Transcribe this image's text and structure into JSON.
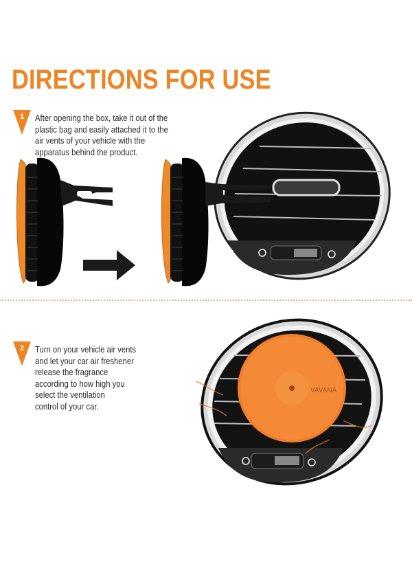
{
  "header": {
    "title": "DIRECTIONS FOR USE"
  },
  "colors": {
    "accent": "#ee8424",
    "text": "#2b2b2b",
    "divider": "#d7b48e"
  },
  "steps": [
    {
      "number": "1",
      "text": "After opening the box, take it out of the\nplastic bag and easily attached it to the\nair vents of your vehicle with the\napparatus behind the product."
    },
    {
      "number": "2",
      "text": "Turn on your vehicle air vents\nand let your car air freshener\nrelease the fragrance\naccording to how high you\nselect the ventilation\ncontrol of your car."
    }
  ],
  "illustrations": {
    "product_brand": "VAVANA",
    "arrow_icon": "right-arrow"
  }
}
